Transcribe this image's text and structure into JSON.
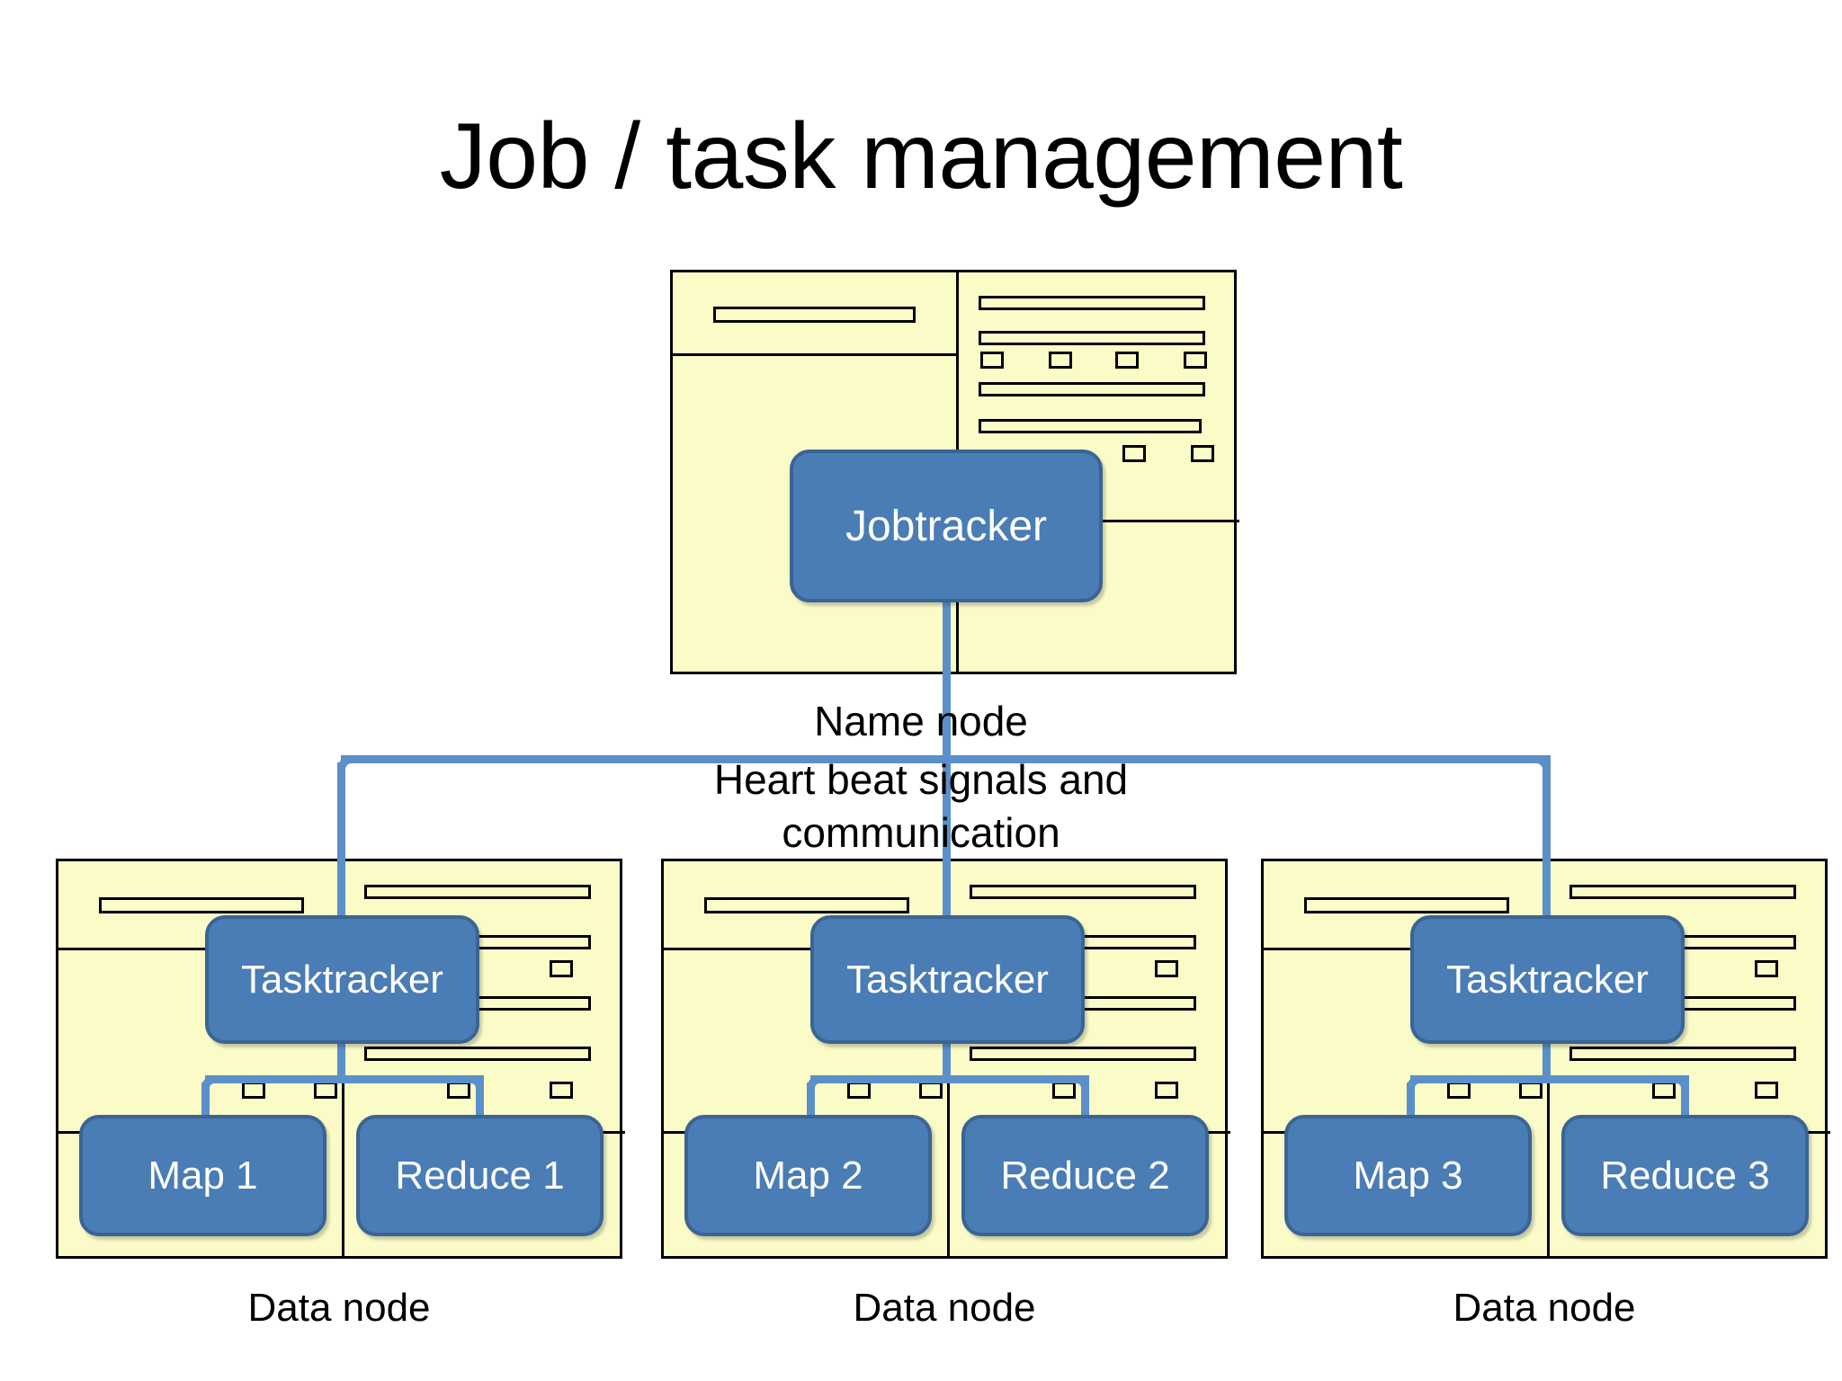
{
  "slide": {
    "title": "Job / task management",
    "background_color": "#ffffff"
  },
  "colors": {
    "chassis_fill": "#fbfbc8",
    "chassis_stroke": "#000000",
    "node_fill": "#4a7cb5",
    "node_stroke": "#3a6494",
    "node_text": "#ffffff",
    "connector": "#5b8fc9",
    "text": "#000000"
  },
  "master": {
    "node_label": "Jobtracker",
    "caption": "Name node"
  },
  "link_label": {
    "line1": "Heart beat signals and",
    "line2": "communication"
  },
  "workers": [
    {
      "tasktracker_label": "Tasktracker",
      "map_label": "Map 1",
      "reduce_label": "Reduce 1",
      "caption": "Data node"
    },
    {
      "tasktracker_label": "Tasktracker",
      "map_label": "Map 2",
      "reduce_label": "Reduce 2",
      "caption": "Data node"
    },
    {
      "tasktracker_label": "Tasktracker",
      "map_label": "Map 3",
      "reduce_label": "Reduce 3",
      "caption": "Data node"
    }
  ]
}
